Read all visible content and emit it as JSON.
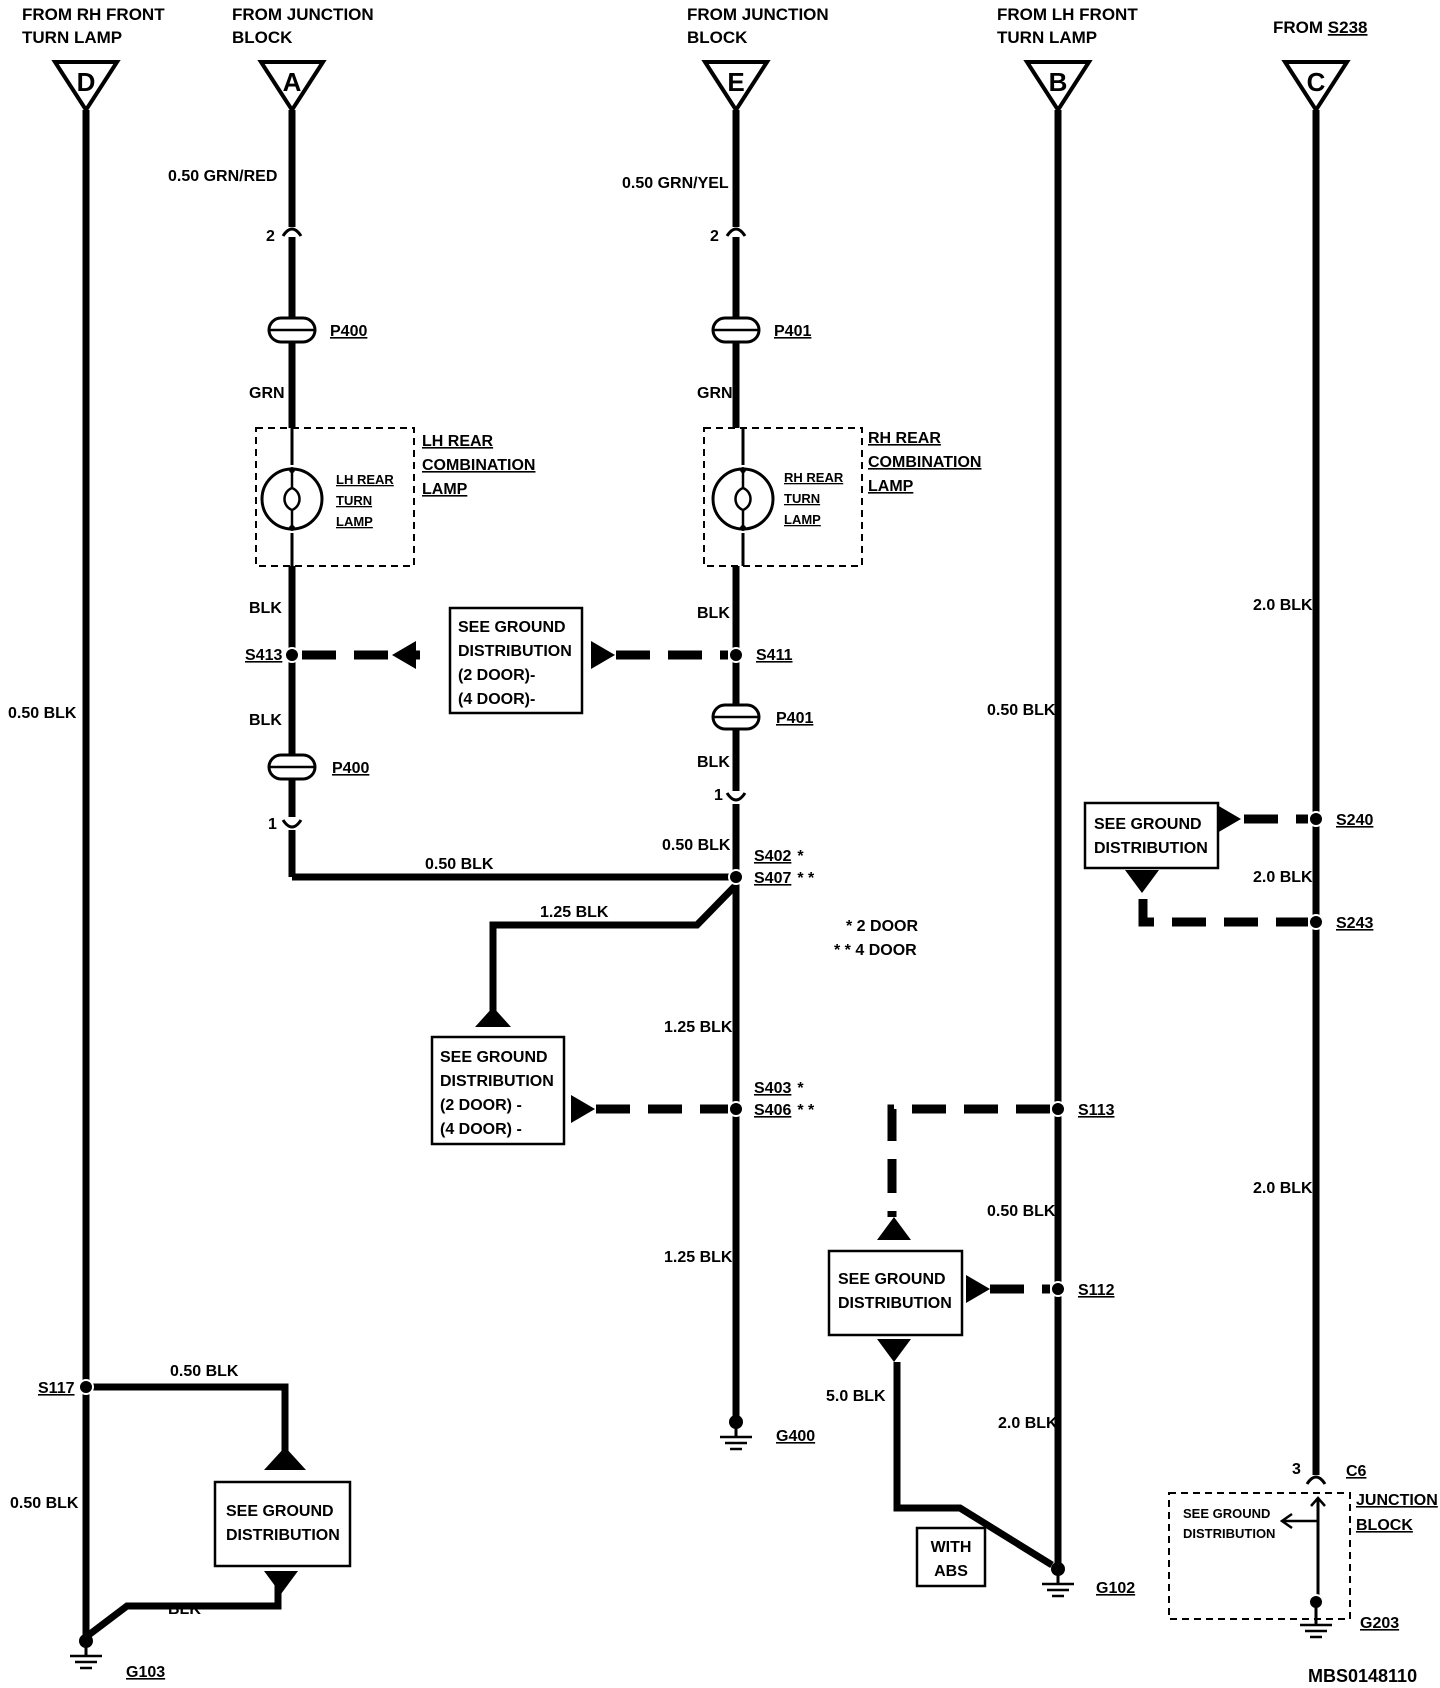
{
  "headers": {
    "d": [
      "FROM RH FRONT",
      "TURN LAMP"
    ],
    "a": [
      "FROM JUNCTION",
      "BLOCK"
    ],
    "e": [
      "FROM JUNCTION",
      "BLOCK"
    ],
    "b": [
      "FROM LH FRONT",
      "TURN LAMP"
    ],
    "c_prefix": "FROM ",
    "c_ref": "S238"
  },
  "connectors": {
    "d": "D",
    "a": "A",
    "e": "E",
    "b": "B",
    "c": "C"
  },
  "wires": {
    "a_top": "0.50 GRN/RED",
    "e_top": "0.50 GRN/YEL",
    "a_grn": "GRN",
    "e_grn": "GRN",
    "a_blk1": "BLK",
    "e_blk1": "BLK",
    "a_blk2": "BLK",
    "e_blk2": "BLK",
    "d_blk_main": "0.50 BLK",
    "b_blk_main": "0.50 BLK",
    "c_blk1": "2.0 BLK",
    "c_blk2": "2.0 BLK",
    "c_blk3": "2.0 BLK",
    "a_horiz": "0.50 BLK",
    "e_s402": "0.50 BLK",
    "branch_125": "1.25 BLK",
    "e_125_mid": "1.25 BLK",
    "e_125_low": "1.25 BLK",
    "b_s113": "0.50 BLK",
    "b_20": "2.0 BLK",
    "box_50": "5.0 BLK",
    "s117_branch": "0.50 BLK",
    "d_low": "0.50 BLK",
    "d_blk_g103": "BLK"
  },
  "pins": {
    "a_top": "2",
    "e_top": "2",
    "a_bottom": "1",
    "e_bottom": "1",
    "c6": "3"
  },
  "parts": {
    "p400_top": "P400",
    "p401_top": "P401",
    "p400_bottom": "P400",
    "p401_bottom": "P401",
    "c6": "C6",
    "c6_desc": [
      "JUNCTION",
      "BLOCK"
    ]
  },
  "splices": {
    "s413": "S413",
    "s411": "S411",
    "s402": "S402",
    "s407": "S407",
    "s403": "S403",
    "s406": "S406",
    "s113": "S113",
    "s112": "S112",
    "s240": "S240",
    "s243": "S243",
    "s117": "S117"
  },
  "grounds": {
    "g103": "G103",
    "g400": "G400",
    "g102": "G102",
    "g203": "G203"
  },
  "components": {
    "lh_lamp_title": [
      "LH REAR",
      "COMBINATION",
      "LAMP"
    ],
    "lh_lamp_bulb": [
      "LH REAR",
      "TURN",
      "LAMP"
    ],
    "rh_lamp_title": [
      "RH REAR",
      "COMBINATION",
      "LAMP"
    ],
    "rh_lamp_bulb": [
      "RH REAR",
      "TURN",
      "LAMP"
    ]
  },
  "boxes": {
    "gd1": [
      "SEE GROUND",
      "DISTRIBUTION",
      "(2 DOOR)-",
      "(4 DOOR)-"
    ],
    "gd2": [
      "SEE GROUND",
      "DISTRIBUTION",
      "(2 DOOR) -",
      "(4 DOOR) -"
    ],
    "gd3": [
      "SEE GROUND",
      "DISTRIBUTION"
    ],
    "gd4": [
      "SEE GROUND",
      "DISTRIBUTION"
    ],
    "gd5": [
      "SEE GROUND",
      "DISTRIBUTION"
    ],
    "gd6": [
      "SEE GROUND",
      "DISTRIBUTION"
    ],
    "abs": [
      "WITH",
      "ABS"
    ]
  },
  "notes": {
    "two_door_mark": "*",
    "four_door_mark": "* *",
    "two_door": "* 2 DOOR",
    "four_door": "* * 4 DOOR"
  },
  "footer": {
    "code": "MBS0148110"
  }
}
